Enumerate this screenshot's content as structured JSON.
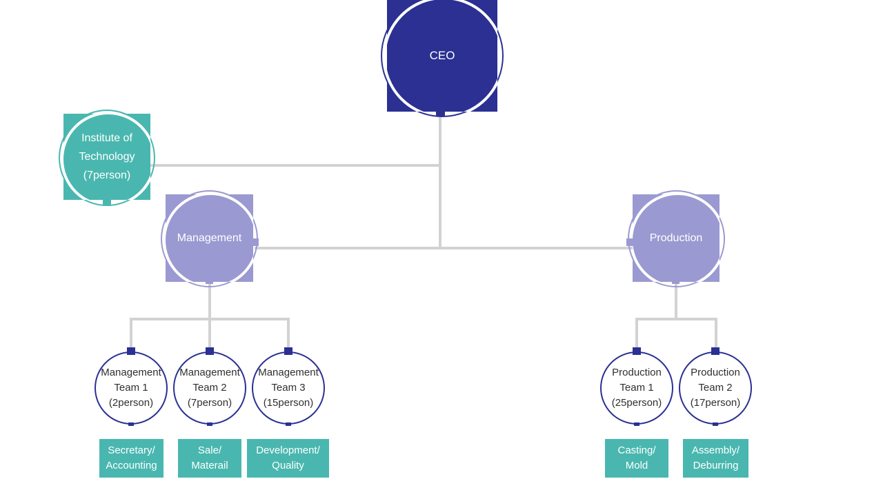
{
  "colors": {
    "navy": "#2b3092",
    "purple": "#9b99d1",
    "teal": "#49b7af",
    "line_gray": "#d2d2d2",
    "circle_text": "#2f2f2f",
    "white": "#ffffff"
  },
  "org": {
    "ceo": {
      "label": "CEO"
    },
    "institute": {
      "lines": [
        "Institute of",
        "Technology",
        "(7person)"
      ]
    },
    "departments": [
      {
        "label": "Management",
        "teams": [
          {
            "lines": [
              "Management",
              "Team 1",
              "(2person)"
            ],
            "tag": [
              "Secretary/",
              "Accounting"
            ]
          },
          {
            "lines": [
              "Management",
              "Team 2",
              "(7person)"
            ],
            "tag": [
              "Sale/",
              "Materail"
            ]
          },
          {
            "lines": [
              "Management",
              "Team 3",
              "(15person)"
            ],
            "tag": [
              "Development/",
              "Quality"
            ]
          }
        ]
      },
      {
        "label": "Production",
        "teams": [
          {
            "lines": [
              "Production",
              "Team 1",
              "(25person)"
            ],
            "tag": [
              "Casting/",
              "Mold"
            ]
          },
          {
            "lines": [
              "Production",
              "Team 2",
              "(17person)"
            ],
            "tag": [
              "Assembly/",
              "Deburring"
            ]
          }
        ]
      }
    ]
  }
}
